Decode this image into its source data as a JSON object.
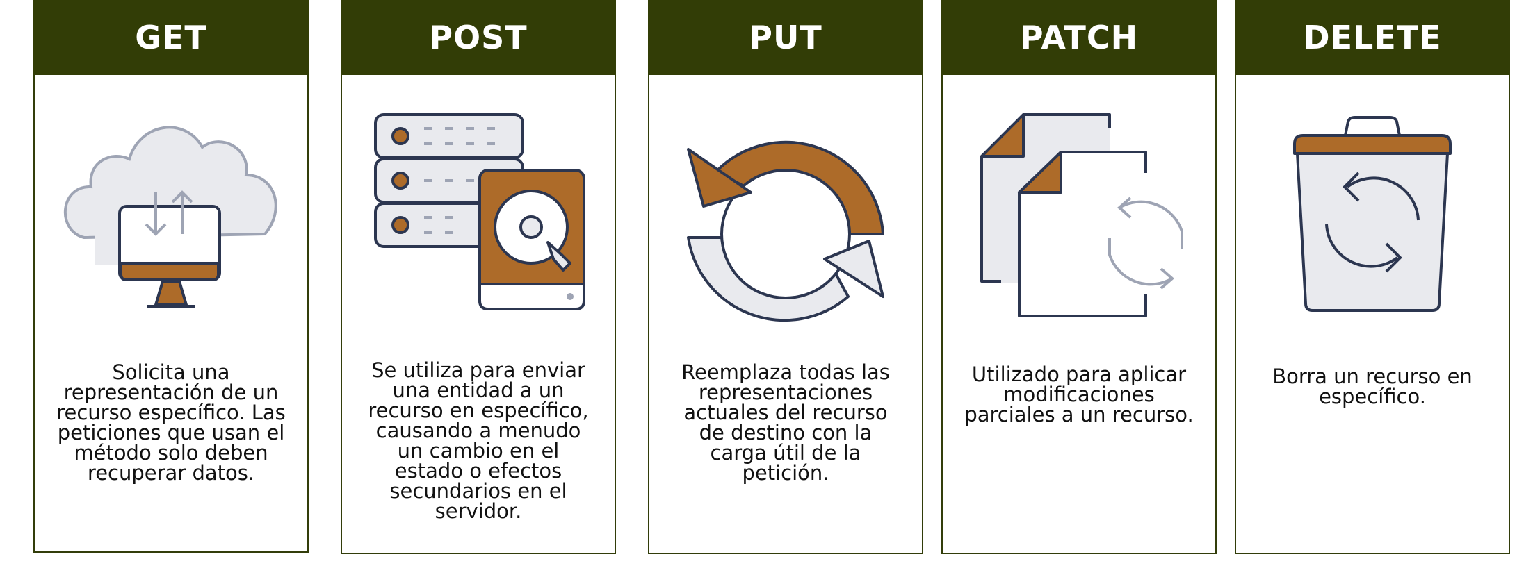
{
  "colors": {
    "header": "#323d06",
    "border": "#323d0a",
    "accent": "#ad6b29",
    "stroke": "#2c3650",
    "light": "#e9eaee",
    "muted": "#9ea4b4"
  },
  "methods": [
    {
      "title": "GET",
      "icon": "cloud-computer-icon",
      "description": "Solicita una representación de un recurso específico. Las peticiones que usan el método solo deben recuperar datos."
    },
    {
      "title": "POST",
      "icon": "server-harddrive-icon",
      "description": "Se utiliza para enviar una entidad a un recurso en específico, causando a menudo un cambio en el estado o efectos secundarios en el servidor."
    },
    {
      "title": "PUT",
      "icon": "refresh-arrows-icon",
      "description": "Reemplaza todas las representaciones actuales del recurso de destino con la carga útil de la petición."
    },
    {
      "title": "PATCH",
      "icon": "documents-sync-icon",
      "description": "Utilizado para aplicar modificaciones parciales a un recurso."
    },
    {
      "title": "DELETE",
      "icon": "trash-recycle-icon",
      "description": "Borra un recurso en específico."
    }
  ]
}
